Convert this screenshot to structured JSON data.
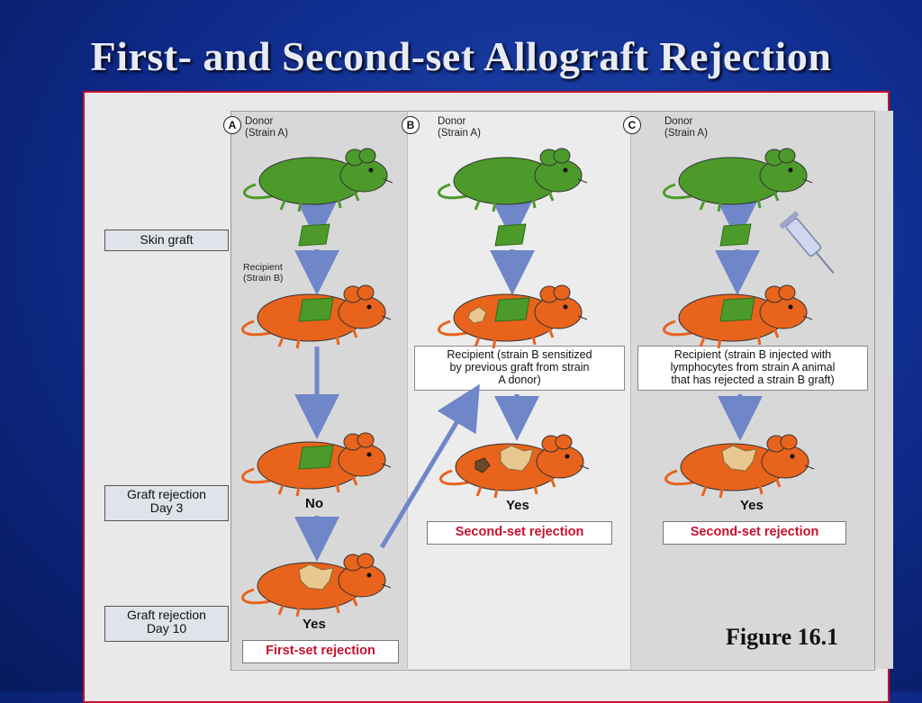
{
  "title": "First- and Second-set Allograft Rejection",
  "figure_label": "Figure 16.1",
  "row_labels": {
    "skin_graft": "Skin graft",
    "day3_line1": "Graft rejection",
    "day3_line2": "Day 3",
    "day10_line1": "Graft rejection",
    "day10_line2": "Day 10"
  },
  "panels": {
    "a": {
      "letter": "A",
      "donor_line1": "Donor",
      "donor_line2": "(Strain A)",
      "recipient_line1": "Recipient",
      "recipient_line2": "(Strain B)",
      "day3_result": "No",
      "day10_result": "Yes",
      "rejection": "First-set rejection"
    },
    "b": {
      "letter": "B",
      "donor_line1": "Donor",
      "donor_line2": "(Strain A)",
      "recipient_line1": "Recipient (strain B sensitized",
      "recipient_line2": "by previous graft from strain",
      "recipient_line3": "A donor)",
      "result": "Yes",
      "rejection": "Second-set rejection"
    },
    "c": {
      "letter": "C",
      "donor_line1": "Donor",
      "donor_line2": "(Strain A)",
      "recipient_line1": "Recipient (strain B injected with",
      "recipient_line2": "lymphocytes from strain A animal",
      "recipient_line3": "that has rejected a strain B graft)",
      "result": "Yes",
      "rejection": "Second-set rejection"
    }
  },
  "colors": {
    "donor_mouse": "#4c9a2a",
    "recipient_mouse": "#e8631c",
    "graft": "#4c9a2a",
    "rejected_graft": "#e8c890",
    "arrow": "#6f86c8",
    "rejection_text": "#c8102e"
  }
}
